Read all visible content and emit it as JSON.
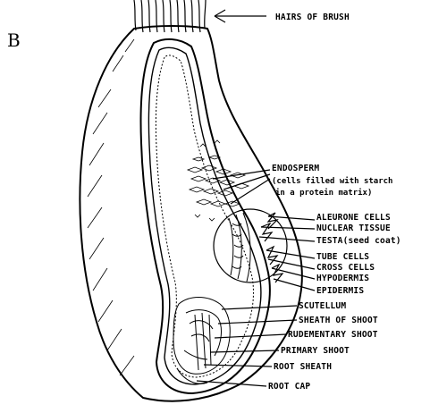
{
  "figure": {
    "panel_letter": "B",
    "labels": {
      "hairs": "HAIRS OF BRUSH",
      "endosperm": "ENDOSPERM",
      "endosperm_note_1": "(cells filled with starch",
      "endosperm_note_2": "in a protein matrix)",
      "aleurone": "ALEURONE CELLS",
      "nuclear": "NUCLEAR TISSUE",
      "testa": "TESTA(seed coat)",
      "tube": "TUBE CELLS",
      "cross": "CROSS CELLS",
      "hypodermis": "HYPODERMIS",
      "epidermis": "EPIDERMIS",
      "scutellum": "SCUTELLUM",
      "sheath_shoot": "SHEATH OF SHOOT",
      "rudimentary": "RUDEMENTARY SHOOT",
      "primary": "PRIMARY SHOOT",
      "root_sheath": "ROOT SHEATH",
      "root_cap": "ROOT CAP"
    },
    "colors": {
      "ink": "#000000",
      "paper": "#ffffff"
    }
  }
}
